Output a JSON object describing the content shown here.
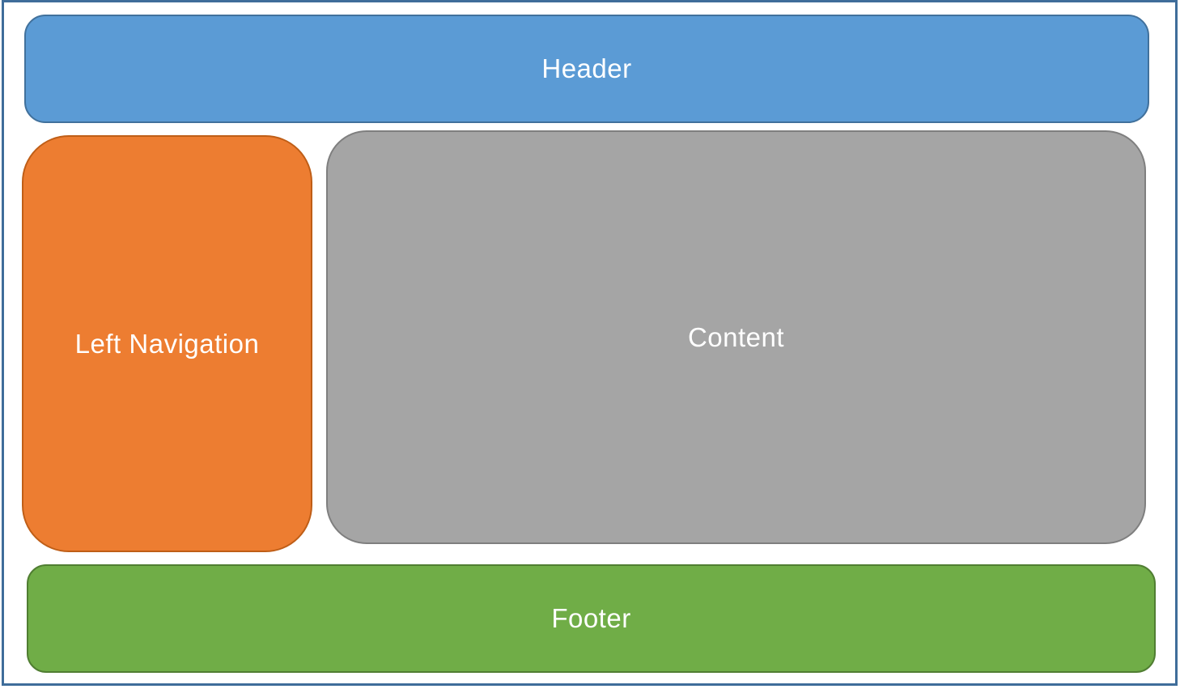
{
  "page": {
    "background": "#FFFFFF",
    "frame_border_color": "#3F6D9A",
    "text_color": "#FFFFFF"
  },
  "blocks": {
    "header": {
      "label": "Header",
      "fill": "#5B9BD5",
      "border": "#41719C"
    },
    "left_nav": {
      "label": "Left Navigation",
      "fill": "#ED7D31",
      "border": "#BF5E17"
    },
    "content": {
      "label": "Content",
      "fill": "#A5A5A5",
      "border": "#7F7F7F"
    },
    "footer": {
      "label": "Footer",
      "fill": "#70AD47",
      "border": "#507E32"
    }
  }
}
